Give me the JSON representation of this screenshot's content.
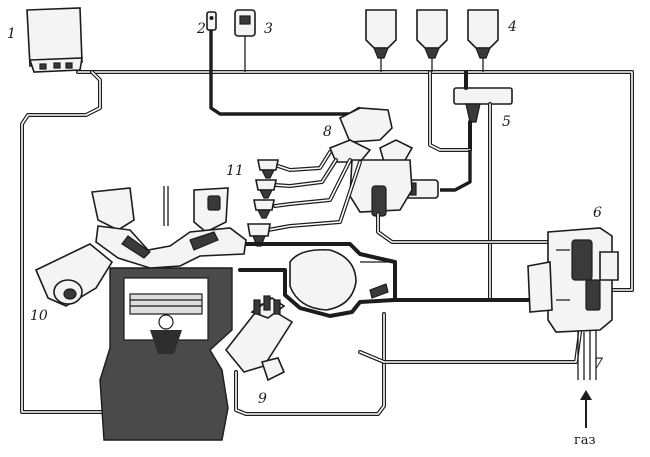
{
  "labels": {
    "l1": "1",
    "l2": "2",
    "l3": "3",
    "l4": "4",
    "l5": "5",
    "l6": "6",
    "l7": "7",
    "l8": "8",
    "l9": "9",
    "l10": "10",
    "l11": "11",
    "gas": "газ"
  },
  "colors": {
    "ink": "#1c1c1c",
    "engine_block": "#4a4a4a",
    "paper": "#ffffff"
  }
}
